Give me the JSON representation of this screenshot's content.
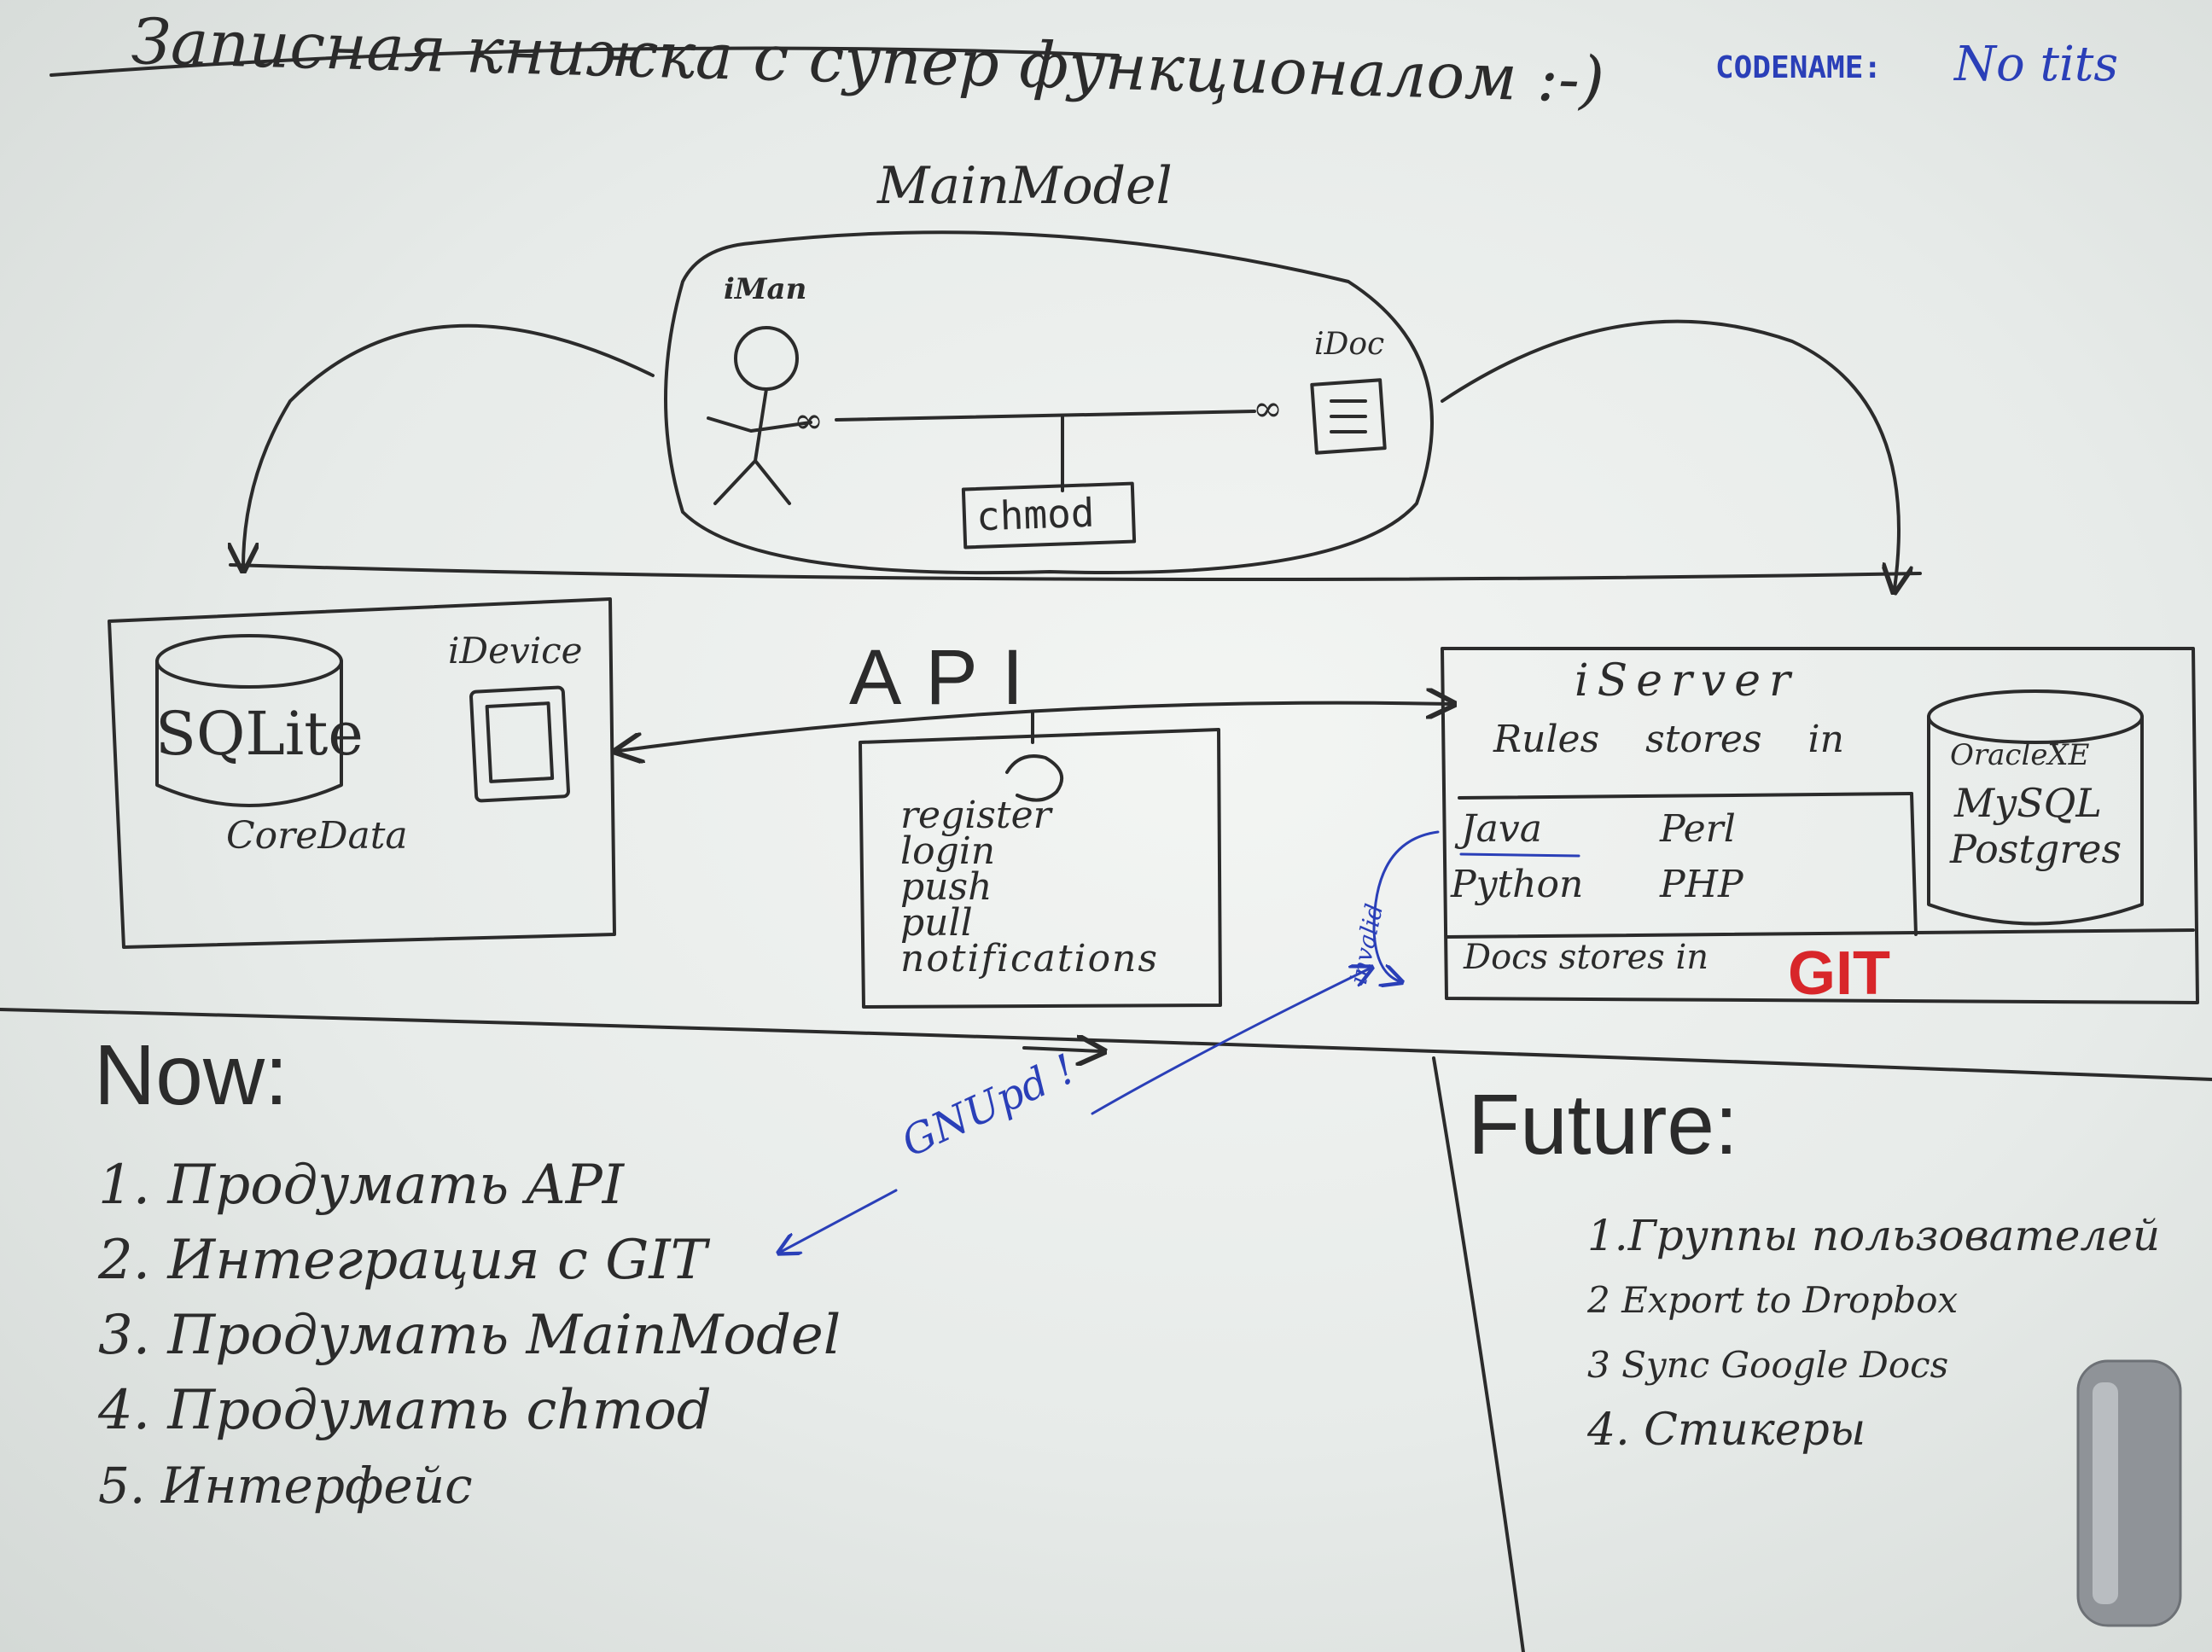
{
  "header": {
    "title": "Записная книжка с супер функционалом :-)",
    "codename_label": "CODENAME:",
    "codename_value": "No tits"
  },
  "main_model": {
    "title": "MainModel",
    "actor": "iMan",
    "doc": "iDoc",
    "link": "chmod",
    "multiplicity_left": "∞",
    "multiplicity_right": "∞"
  },
  "device": {
    "title": "iDevice",
    "db": "SQLite",
    "framework": "CoreData"
  },
  "api": {
    "label": "API",
    "calls": [
      "register",
      "login",
      "push",
      "pull",
      "notifications"
    ]
  },
  "server": {
    "title": "iServer",
    "rules_caption": "Rules stores in",
    "languages": [
      "Java",
      "Perl",
      "Python",
      "PHP"
    ],
    "databases": [
      "OracleXE",
      "MySQL",
      "Postgres"
    ],
    "docs_caption": "Docs stores in",
    "docs_store": "GIT",
    "invalid_label": "invalid"
  },
  "now": {
    "title": "Now:",
    "items": [
      "1. Продумать API",
      "2. Интеграция с GIT",
      "3. Продумать MainModel",
      "4. Продумать chmod",
      "5. Интерфейс"
    ],
    "callout": "GNUpd !"
  },
  "future": {
    "title": "Future:",
    "items": [
      "1.Группы пользователей",
      "2 Export to Dropbox",
      "3 Sync Google Docs",
      "4. Стикеры"
    ]
  },
  "colors": {
    "ink": "#2b2b2b",
    "blue_marker": "#2a3fb8",
    "red_marker": "#d8262a",
    "board": "#eef1ef"
  }
}
